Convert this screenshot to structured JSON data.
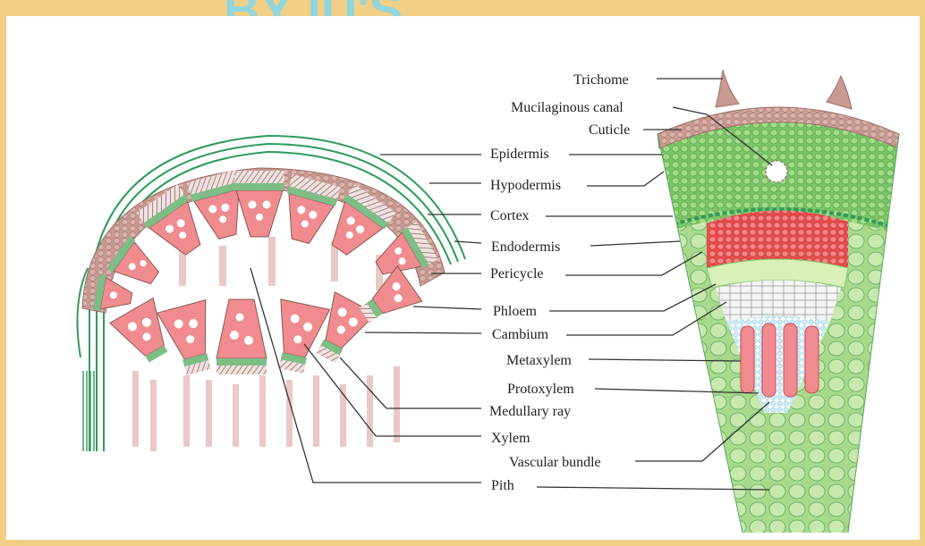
{
  "watermark": {
    "text": "BYJU'S"
  },
  "colors": {
    "border": "#f2cf86",
    "epidermis": "#2e9b59",
    "stem_tissue": "#c9948a",
    "xylem": "#f08b8f",
    "phloem": "#7dbd86",
    "cortex": "#a9d98b",
    "endodermis_band": "#e05a5a",
    "vascular_blue": "#bfe3f3"
  },
  "labels": {
    "trichome": "Trichome",
    "mucilaginous_canal": "Mucilaginous canal",
    "cuticle": "Cuticle",
    "epidermis": "Epidermis",
    "hypodermis": "Hypodermis",
    "cortex": "Cortex",
    "endodermis": "Endodermis",
    "pericycle": "Pericycle",
    "phloem": "Phloem",
    "cambium": "Cambium",
    "metaxylem": "Metaxylem",
    "protoxylem": "Protoxylem",
    "medullary_ray": "Medullary ray",
    "xylem": "Xylem",
    "vascular_bundle": "Vascular bundle",
    "pith": "Pith"
  }
}
